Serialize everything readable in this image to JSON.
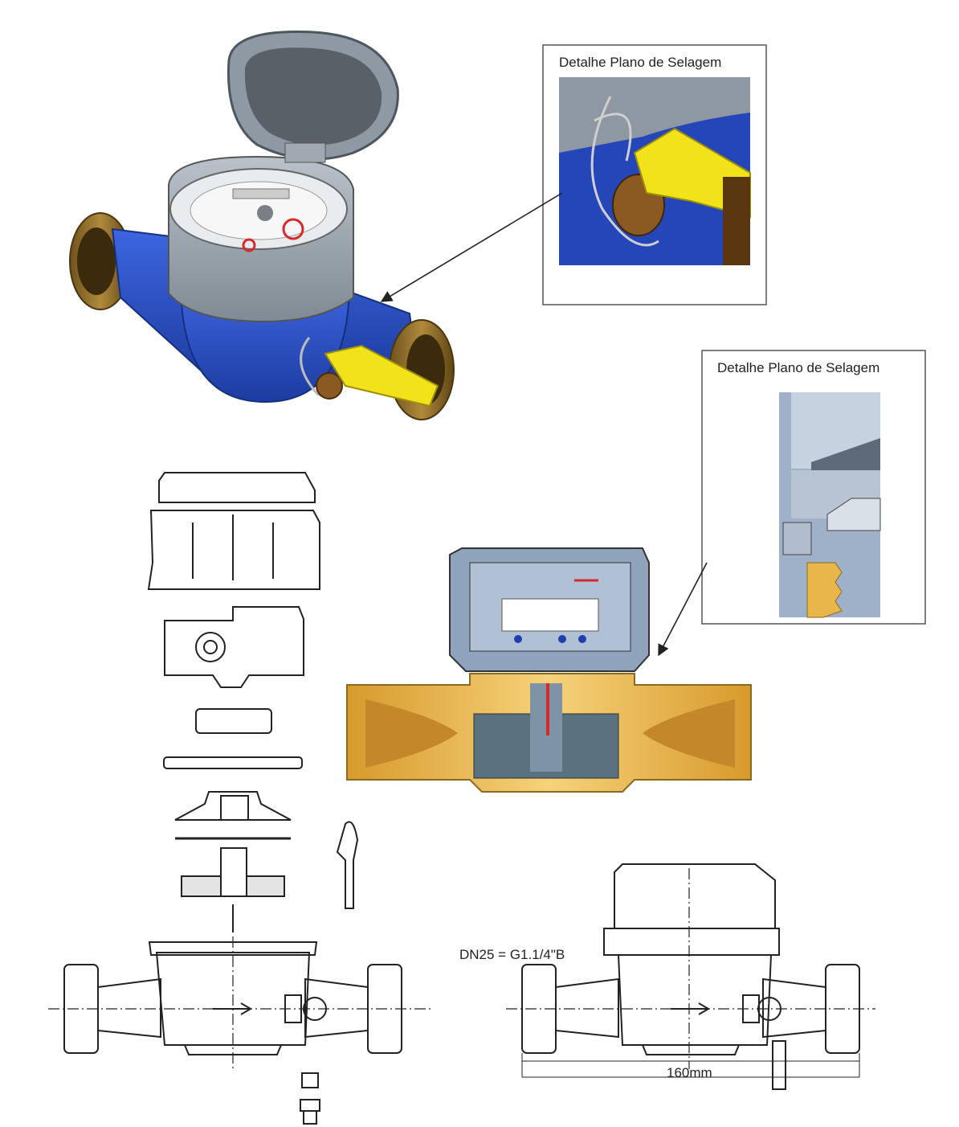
{
  "callouts": [
    {
      "label": "Detalhe Plano de Selagem"
    },
    {
      "label": "Detalhe Plano de Selagem"
    }
  ],
  "drawings": {
    "thread_spec": "DN25 = G1.1/4\"B",
    "length_dim": "160mm"
  },
  "colors": {
    "meter_body_blue": "#2a4fc4",
    "brass_thread": "#8a6a2a",
    "cover_grey": "#9aa4ad",
    "seal_yellow": "#f2e21a",
    "cutaway_brass": "#e8b64a",
    "cutaway_steel": "#8fa3bd"
  }
}
